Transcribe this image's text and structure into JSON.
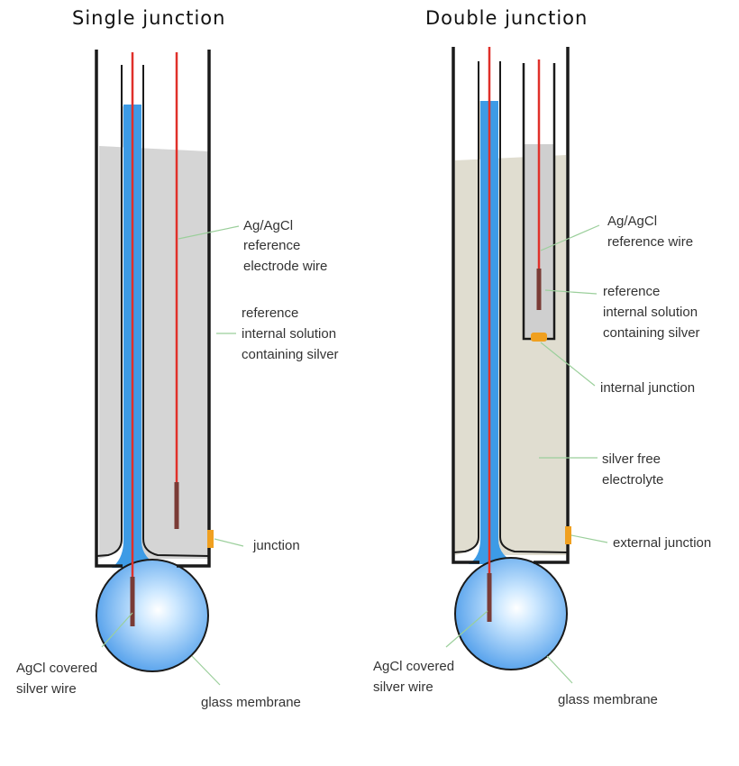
{
  "single": {
    "title": "Single junction",
    "labels": {
      "ref_wire": [
        "Ag/AgCl",
        "reference",
        "electrode wire"
      ],
      "internal_solution": [
        "reference",
        "internal solution",
        "containing silver"
      ],
      "junction": [
        "junction"
      ],
      "agcl_wire": [
        "AgCl covered",
        "silver wire"
      ],
      "glass_membrane": [
        "glass membrane"
      ]
    }
  },
  "double": {
    "title": "Double junction",
    "labels": {
      "ref_wire": [
        "Ag/AgCl",
        "reference wire"
      ],
      "internal_solution": [
        "reference",
        "internal solution",
        "containing silver"
      ],
      "internal_junction": [
        "internal junction"
      ],
      "electrolyte": [
        "silver free",
        "electrolyte"
      ],
      "external_junction": [
        "external junction"
      ],
      "agcl_wire": [
        "AgCl covered",
        "silver wire"
      ],
      "glass_membrane": [
        "glass membrane"
      ]
    }
  },
  "colors": {
    "body_outline": "#1a1a1a",
    "single_fill": "#d5d5d5",
    "double_fill": "#e0ddd0",
    "inner_tube_fill": "#cfcfcf",
    "inner_electrolyte": "#3d9be6",
    "wire": "#e0302a",
    "wire_coated": "#7a3b36",
    "junction": "#f0a020",
    "leader": "#9bcf9b",
    "bulb_light": "#dff1ff",
    "bulb_dark": "#3f94e8"
  }
}
